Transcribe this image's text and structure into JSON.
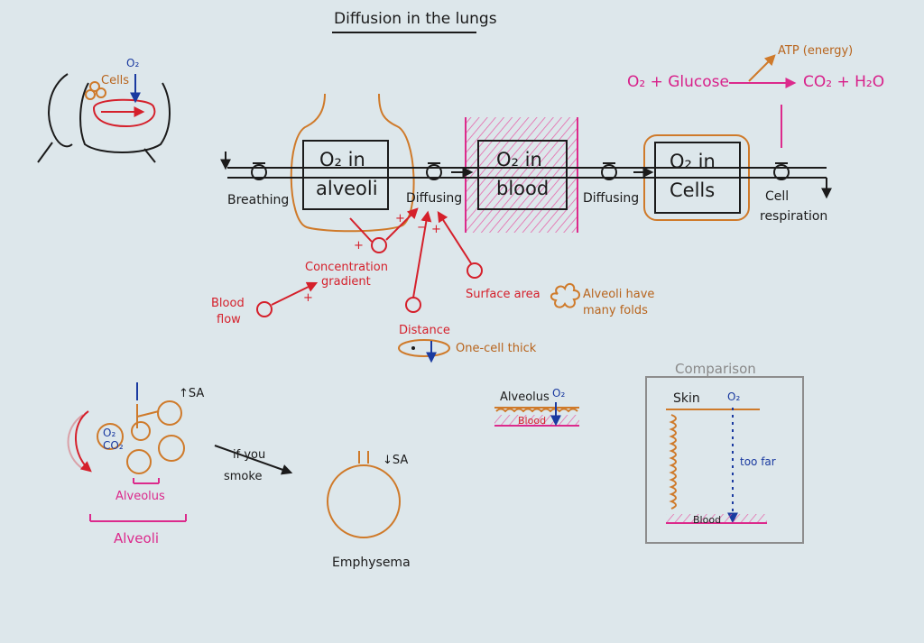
{
  "title": "Diffusion in the lungs",
  "top_sketch": {
    "o2": "O₂",
    "cells": "Cells"
  },
  "equation": {
    "left": "O₂ + Glucose",
    "right": "CO₂ + H₂O",
    "branch": "ATP (energy)"
  },
  "pipeline": {
    "box1_line1": "O₂ in",
    "box1_line2": "alveoli",
    "box2_line1": "O₂ in",
    "box2_line2": "blood",
    "box3_line1": "O₂ in",
    "box3_line2": "Cells",
    "valve1": "Breathing",
    "valve2": "Diffusing",
    "valve3": "Diffusing",
    "valve4_line1": "Cell",
    "valve4_line2": "respiration"
  },
  "factors": {
    "concentration_line1": "Concentration",
    "concentration_line2": "gradient",
    "blood_flow_line1": "Blood",
    "blood_flow_line2": "flow",
    "distance": "Distance",
    "one_cell": "One-cell thick",
    "surface_area": "Surface area",
    "folds_line1": "Alveoli have",
    "folds_line2": "many folds",
    "plus": "+",
    "minus": "−"
  },
  "alveoli_sketch": {
    "sa_up": "↑SA",
    "o2": "O₂",
    "co2": "CO₂",
    "alveolus": "Alveolus",
    "alveoli": "Alveoli"
  },
  "smoke": {
    "line1": "if you",
    "line2": "smoke"
  },
  "emphysema": {
    "sa_down": "↓SA",
    "label": "Emphysema"
  },
  "membrane": {
    "alveolus": "Alveolus",
    "o2": "O₂",
    "blood": "Blood"
  },
  "comparison": {
    "title": "Comparison",
    "skin": "Skin",
    "o2": "O₂",
    "too_far": "too far",
    "blood": "Blood"
  },
  "colors": {
    "paper": "#dde7eb",
    "ink": "#1b1b1b",
    "orange": "#cf7a2a",
    "red": "#d5202b",
    "pink": "#dc2a8c",
    "blue": "#1a3aa0",
    "grey": "#8d8d8d"
  }
}
